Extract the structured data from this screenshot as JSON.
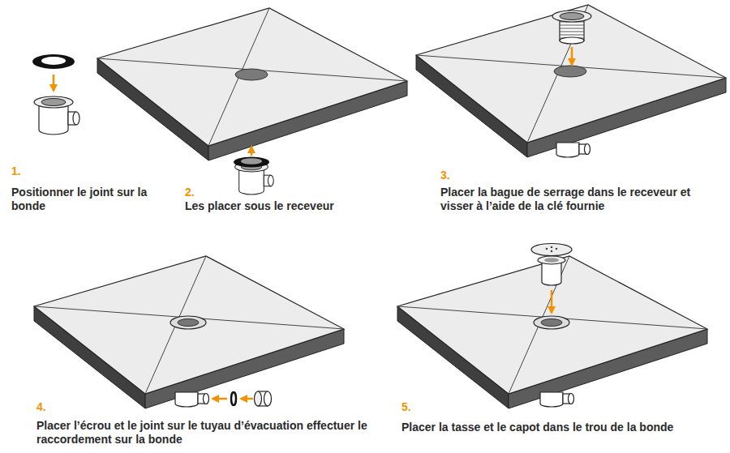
{
  "diagram": {
    "labels": [
      "1.",
      "Positionner le joint sur la bonde",
      "2.",
      "Les placer sous le receveur",
      "3.",
      "Placer la bague de serrage dans le receveur et visser à l’aide de la clé fournie",
      "4.",
      "Placer l’écrou et le joint sur le tuyau d’évacuation effectuer le raccordement sur la bonde",
      "5.",
      "Placer la tasse et le capot dans le trou de la bonde"
    ]
  }
}
